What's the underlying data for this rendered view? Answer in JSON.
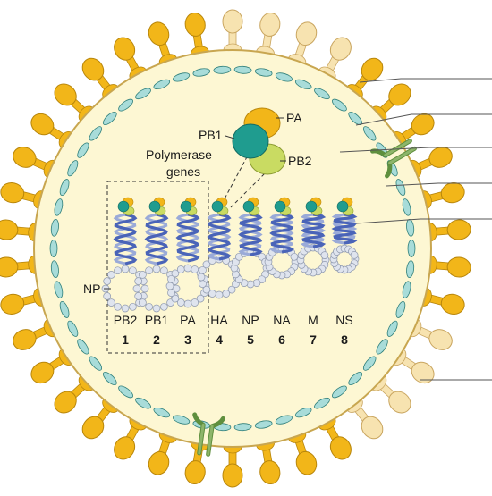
{
  "polymerase": {
    "title_line1": "Polymerase",
    "title_line2": "genes",
    "subunits": [
      {
        "label": "PA"
      },
      {
        "label": "PB1"
      },
      {
        "label": "PB2"
      }
    ]
  },
  "np_label": "NP",
  "segments": [
    {
      "name": "PB2",
      "number": "1"
    },
    {
      "name": "PB1",
      "number": "2"
    },
    {
      "name": "PA",
      "number": "3"
    },
    {
      "name": "HA",
      "number": "4"
    },
    {
      "name": "NP",
      "number": "5"
    },
    {
      "name": "NA",
      "number": "6"
    },
    {
      "name": "M",
      "number": "7"
    },
    {
      "name": "NS",
      "number": "8"
    }
  ],
  "colors": {
    "lipid_head": "#f2b619",
    "lipid_head_edge": "#b8860b",
    "pale_spike": "#f7e3b0",
    "pale_spike_edge": "#c9a55f",
    "interior": "#fdf7d3",
    "matrix": "#a8dcd9",
    "matrix_edge": "#2f7f7a",
    "helix": "#4a64b8",
    "np_bead": "#dfe4ee",
    "pa": "#f2b619",
    "pb1": "#1f9c8f",
    "pb2": "#c9db62",
    "m2": "#8db56a"
  }
}
